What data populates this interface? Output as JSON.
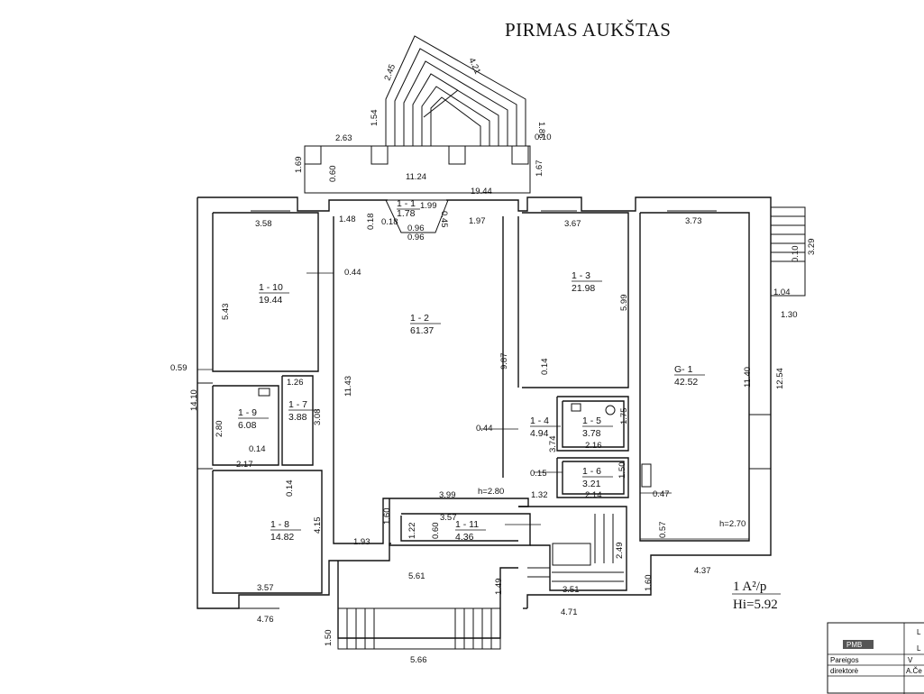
{
  "title": "PIRMAS AUKŠTAS",
  "rooms": [
    {
      "id": "1 - 1",
      "area": "1.78"
    },
    {
      "id": "1 - 2",
      "area": "61.37"
    },
    {
      "id": "1 - 3",
      "area": "21.98"
    },
    {
      "id": "1 - 4",
      "area": "4.94"
    },
    {
      "id": "1 - 5",
      "area": "3.78"
    },
    {
      "id": "1 - 6",
      "area": "3.21"
    },
    {
      "id": "1 - 7",
      "area": "3.88"
    },
    {
      "id": "1 - 8",
      "area": "14.82"
    },
    {
      "id": "1 - 9",
      "area": "6.08"
    },
    {
      "id": "1 - 10",
      "area": "19.44"
    },
    {
      "id": "1 - 11",
      "area": "4.36"
    },
    {
      "id": "G- 1",
      "area": "42.52"
    }
  ],
  "dimensions": [
    "2.45",
    "4.21",
    "1.54",
    "1.86",
    "0.10",
    "2.63",
    "11.24",
    "1.69",
    "0.60",
    "1.67",
    "19.44",
    "1.99",
    "0.18",
    "0.18",
    "0.96",
    "0.96",
    "0.45",
    "1.48",
    "1.97",
    "3.58",
    "3.67",
    "3.73",
    "3.29",
    "0.10",
    "1.04",
    "1.30",
    "0.44",
    "5.43",
    "11.43",
    "9.87",
    "5.99",
    "0.14",
    "11.40",
    "12.54",
    "0.59",
    "14.10",
    "1.26",
    "2.80",
    "3.08",
    "0.14",
    "2.17",
    "0.44",
    "3.74",
    "1.75",
    "2.16",
    "0.15",
    "1.50",
    "2.14",
    "0.47",
    "0.14",
    "4.15",
    "3.99",
    "h=2.80",
    "1.32",
    "3.57",
    "1.22",
    "0.60",
    "1.60",
    "1.93",
    "2.49",
    "0.57",
    "h=2.70",
    "4.37",
    "5.61",
    "1.49",
    "3.51",
    "1.60",
    "3.57",
    "4.76",
    "4.71",
    "1.50",
    "5.66"
  ],
  "scale_label": "1 A²/p",
  "height_label": "Hi=5.92",
  "stamp": {
    "logo": "PMB",
    "row1_left": "Pareigos",
    "row1_right": "V",
    "row2_left": "direktorė",
    "row2_right": "A.Če",
    "col_top": "L",
    "col_mid": "L"
  }
}
